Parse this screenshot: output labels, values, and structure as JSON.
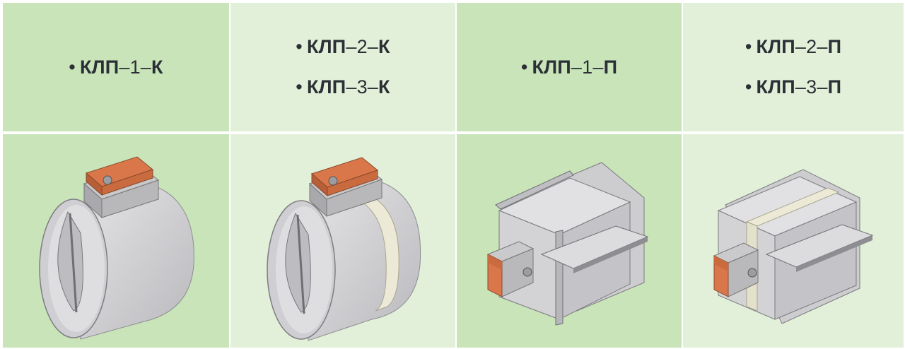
{
  "header_cells": [
    {
      "items": [
        {
          "bullet": "•",
          "prefix": "КЛП",
          "mid": "–1–",
          "suffix": "К"
        }
      ]
    },
    {
      "items": [
        {
          "bullet": "•",
          "prefix": "КЛП",
          "mid": "–2–",
          "suffix": "К"
        },
        {
          "bullet": "•",
          "prefix": "КЛП",
          "mid": "–3–",
          "suffix": "К"
        }
      ]
    },
    {
      "items": [
        {
          "bullet": "•",
          "prefix": "КЛП",
          "mid": "–1–",
          "suffix": "П"
        }
      ]
    },
    {
      "items": [
        {
          "bullet": "•",
          "prefix": "КЛП",
          "mid": "–2–",
          "suffix": "П"
        },
        {
          "bullet": "•",
          "prefix": "КЛП",
          "mid": "–3–",
          "suffix": "П"
        }
      ]
    }
  ],
  "images": [
    {
      "name": "round-damper-klp-1-k",
      "shape": "round",
      "band": false
    },
    {
      "name": "round-damper-klp-2-3-k",
      "shape": "round",
      "band": true
    },
    {
      "name": "rect-damper-klp-1-p",
      "shape": "rect",
      "band": false
    },
    {
      "name": "rect-damper-klp-2-3-p",
      "shape": "rect",
      "band": true
    }
  ],
  "colors": {
    "cell_dark": "#c9e4b9",
    "cell_light": "#e2f0d9",
    "actuator": "#d9774a",
    "body": "#d8d8da",
    "band": "#ece9d6"
  }
}
